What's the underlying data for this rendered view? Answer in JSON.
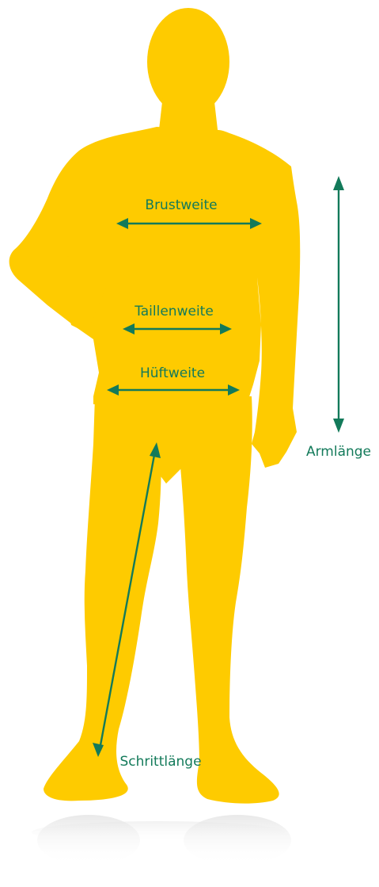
{
  "colors": {
    "figure": "#FECB00",
    "accent": "#137A5A",
    "reflection": "#EDEDED",
    "background": "#FFFFFF"
  },
  "labels": {
    "brustweite": "Brustweite",
    "taillenweite": "Taillenweite",
    "hueftweite": "Hüftweite",
    "armlaenge": "Armlänge",
    "schrittlaenge": "Schrittlänge"
  }
}
